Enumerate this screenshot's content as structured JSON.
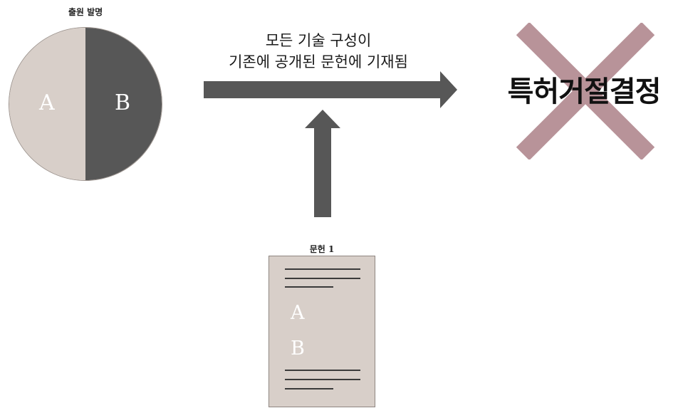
{
  "invention": {
    "label": "출원 발명",
    "left_letter": "A",
    "right_letter": "B",
    "colors": {
      "left": "#d8cfc9",
      "right": "#575757"
    }
  },
  "flow": {
    "caption_line1": "모든 기술 구성이",
    "caption_line2": "기존에 공개된 문헌에 기재됨",
    "arrow_color": "#575757"
  },
  "decision": {
    "text": "특허거절결정",
    "cross_color": "#b89399"
  },
  "reference": {
    "label": "문헌 1",
    "letter_a": "A",
    "letter_b": "B",
    "paper_color": "#d8cfc9"
  }
}
